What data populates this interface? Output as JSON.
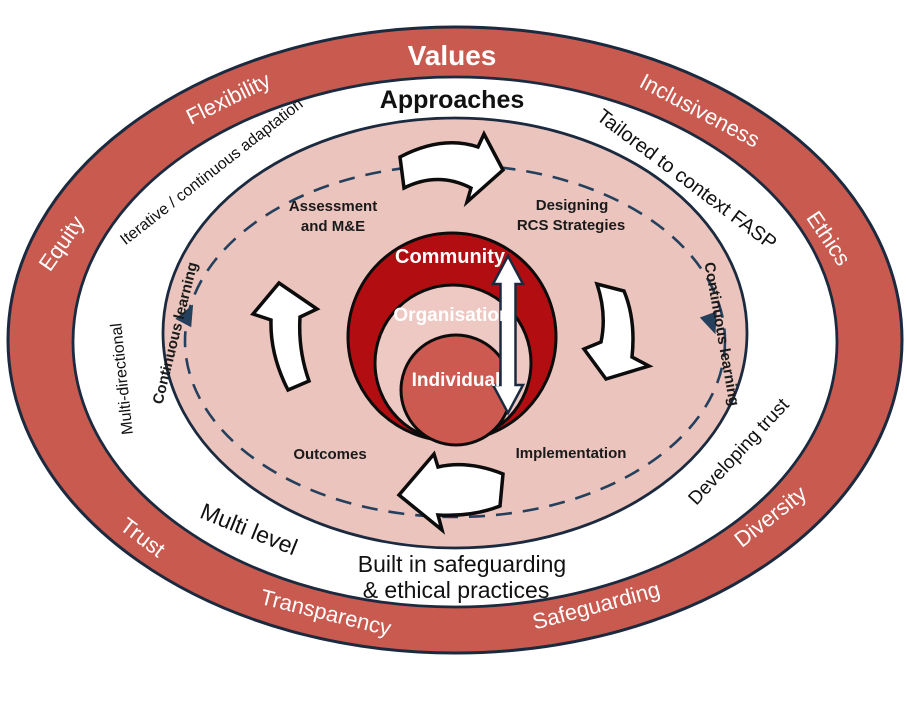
{
  "colors": {
    "ring_red": "#C85A4F",
    "white": "#FFFFFF",
    "inner_pink": "#EBC4BE",
    "community_red": "#B20E12",
    "organisation_pink": "#EEC8C2",
    "individual_red": "#CD5A50",
    "outline_navy": "#1B2A3E",
    "dashed_navy": "#24405C"
  },
  "outer_ring": {
    "title": "Values",
    "equity": "Equity",
    "flexibility": "Flexibility",
    "inclusiveness": "Inclusiveness",
    "ethics": "Ethics",
    "trust": "Trust",
    "transparency": "Transparency",
    "safeguarding": "Safeguarding",
    "diversity": "Diversity"
  },
  "approaches_ring": {
    "title": "Approaches",
    "iterative": "Iterative / continuous adaptation",
    "tailored": "Tailored to context FASP",
    "multi_directional": "Multi-directional",
    "multi_level": "Multi level",
    "built_in_line1": "Built in safeguarding",
    "built_in_line2": "& ethical practices",
    "developing_trust": "Developing trust"
  },
  "cycle": {
    "assessment_line1": "Assessment",
    "assessment_line2": "and M&E",
    "designing_line1": "Designing",
    "designing_line2": "RCS Strategies",
    "implementation": "Implementation",
    "outcomes": "Outcomes",
    "continuous_learning_left": "Continuous learning",
    "continuous_learning_right": "Continuous learning"
  },
  "levels": {
    "community": "Community",
    "organisation": "Organisation",
    "individual": "Individual"
  }
}
